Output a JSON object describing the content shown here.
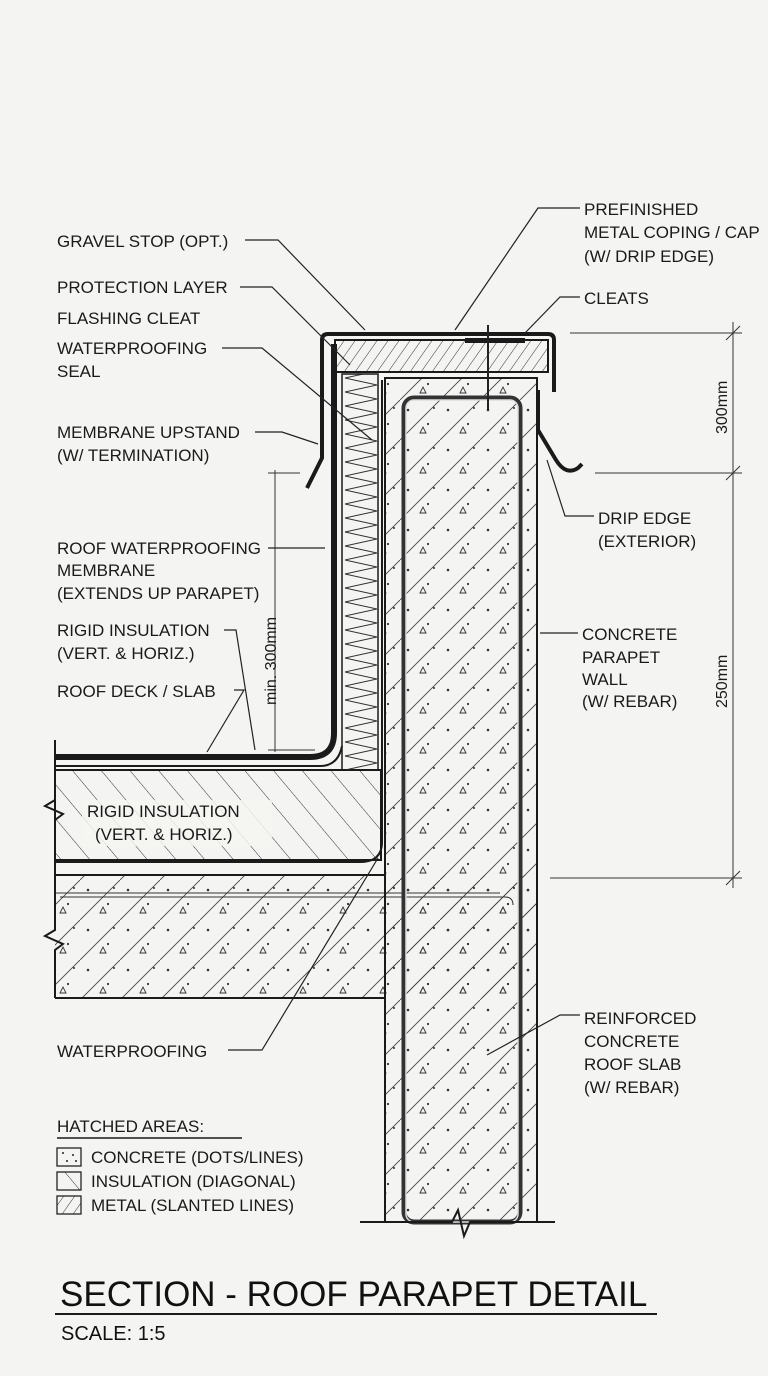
{
  "labels_left": {
    "gravel_stop": "GRAVEL STOP (OPT.)",
    "protection_layer": "PROTECTION LAYER",
    "flashing_cleat": "FLASHING CLEAT",
    "waterproofing_seal_1": "WATERPROOFING",
    "waterproofing_seal_2": "SEAL",
    "membrane_upstand_1": "MEMBRANE UPSTAND",
    "membrane_upstand_2": "(W/ TERMINATION)",
    "roof_membrane_1": "ROOF WATERPROOFING",
    "roof_membrane_2": "MEMBRANE",
    "roof_membrane_3": "(EXTENDS UP PARAPET)",
    "rigid_insulation_1": "RIGID INSULATION",
    "rigid_insulation_2": "(VERT. & HORIZ.)",
    "roof_deck": "ROOF DECK / SLAB",
    "insulation_block_1": "RIGID INSULATION",
    "insulation_block_2": "(VERT. & HORIZ.)",
    "waterproofing": "WATERPROOFING"
  },
  "labels_right": {
    "coping_1": "PREFINISHED",
    "coping_2": "METAL COPING / CAP",
    "coping_3": "(W/ DRIP EDGE)",
    "cleats": "CLEATS",
    "drip_edge_1": "DRIP EDGE",
    "drip_edge_2": "(EXTERIOR)",
    "parapet_1": "CONCRETE",
    "parapet_2": "PARAPET",
    "parapet_3": "WALL",
    "parapet_4": "(W/ REBAR)",
    "slab_1": "REINFORCED",
    "slab_2": "CONCRETE",
    "slab_3": "ROOF SLAB",
    "slab_4": "(W/ REBAR)"
  },
  "dimensions": {
    "upper": "300mm",
    "lower": "250mm",
    "min_upstand": "min. 300mm"
  },
  "legend": {
    "title": "HATCHED AREAS:",
    "items": [
      {
        "label": "CONCRETE (DOTS/LINES)",
        "pattern": "concrete"
      },
      {
        "label": "INSULATION (DIAGONAL)",
        "pattern": "insulation"
      },
      {
        "label": "METAL (SLANTED LINES)",
        "pattern": "metal"
      }
    ]
  },
  "title": "SECTION - ROOF PARAPET DETAIL",
  "scale": "SCALE: 1:5",
  "colors": {
    "paper": "#f4f4f2",
    "ink": "#1a1a1a"
  }
}
